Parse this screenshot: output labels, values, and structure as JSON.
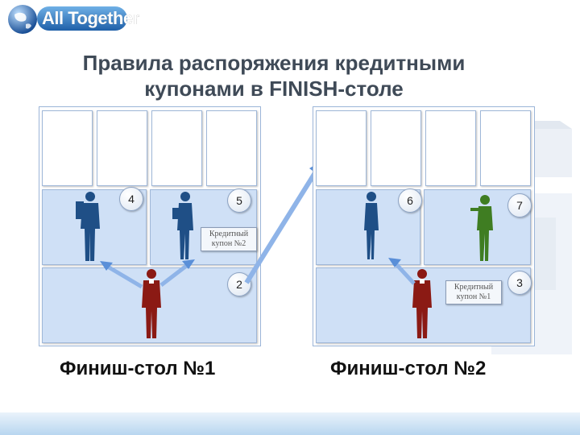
{
  "logo": {
    "text": "All Together"
  },
  "title": {
    "line1": "Правила распоряжения кредитными",
    "line2": "купонами в FINISH-столе"
  },
  "table1": {
    "caption": "Финиш-стол №1",
    "seats": {
      "s4": "4",
      "s5": "5",
      "s2": "2"
    },
    "coupon": {
      "line1": "Кредитный",
      "line2": "купон №2"
    }
  },
  "table2": {
    "caption": "Финиш-стол №2",
    "seats": {
      "s6": "6",
      "s7": "7",
      "s3": "3"
    },
    "coupon": {
      "line1": "Кредитный",
      "line2": "купон №1"
    }
  },
  "colors": {
    "accent": "#3f4a57",
    "cell": "#cfe0f6",
    "figure_dark": "#1f4f86",
    "figure_red": "#8b1a14",
    "figure_green": "#3f7d22",
    "arrow": "#5a8fd8"
  }
}
